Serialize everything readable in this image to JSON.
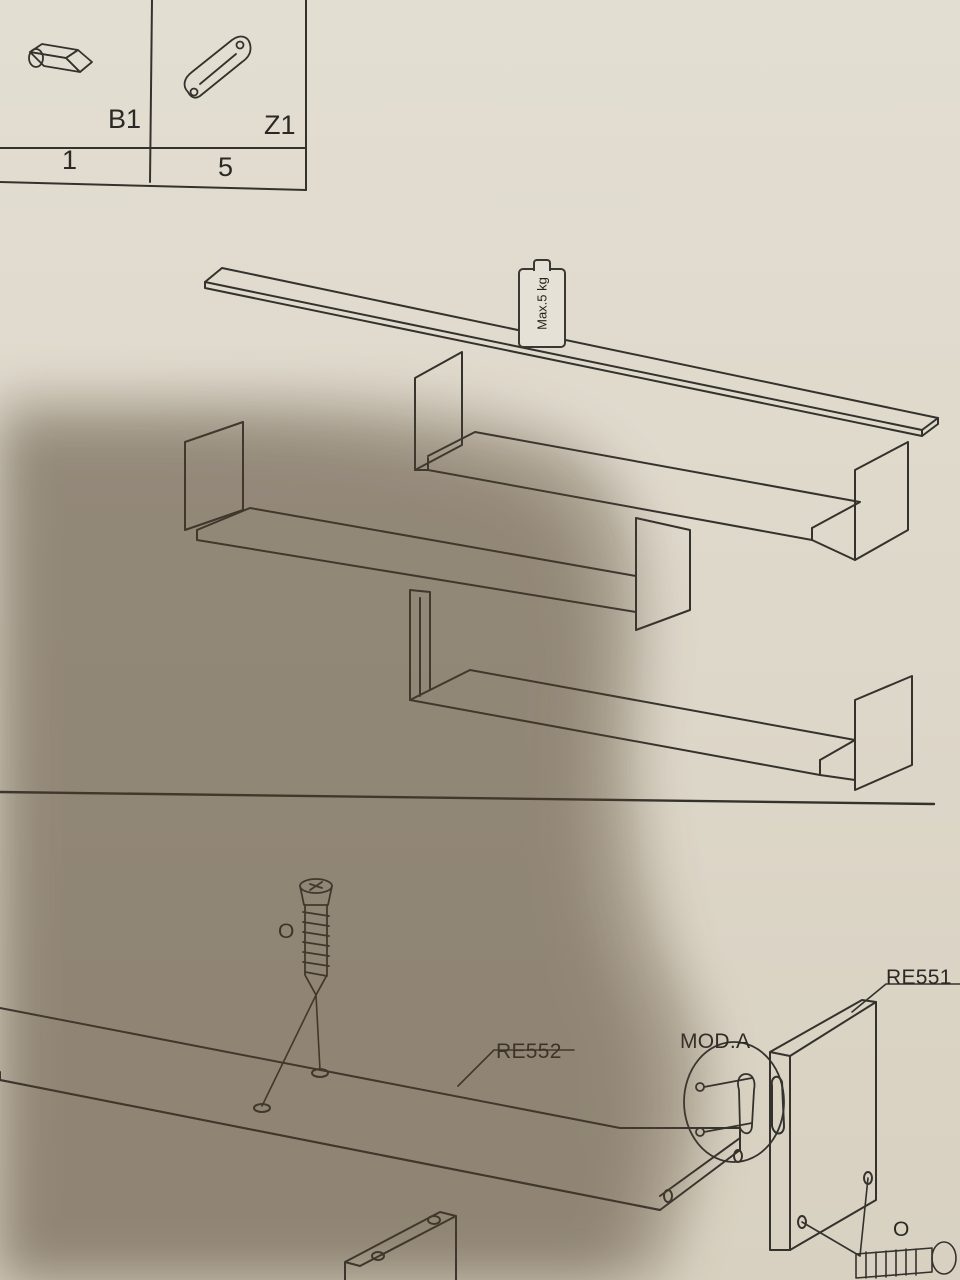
{
  "parts_table": {
    "items": [
      {
        "id": "B1",
        "qty": "1",
        "icon": "dowel-icon"
      },
      {
        "id": "Z1",
        "qty": "5",
        "icon": "hanger-bracket-icon"
      }
    ]
  },
  "shelf_unit": {
    "weight_tag": "Max.5 kg"
  },
  "step_assembly": {
    "screw_label_top": "O",
    "screw_label_bottom": "O",
    "board_label": "RE552",
    "detail_label": "MOD.A",
    "side_panel_label": "RE551"
  }
}
